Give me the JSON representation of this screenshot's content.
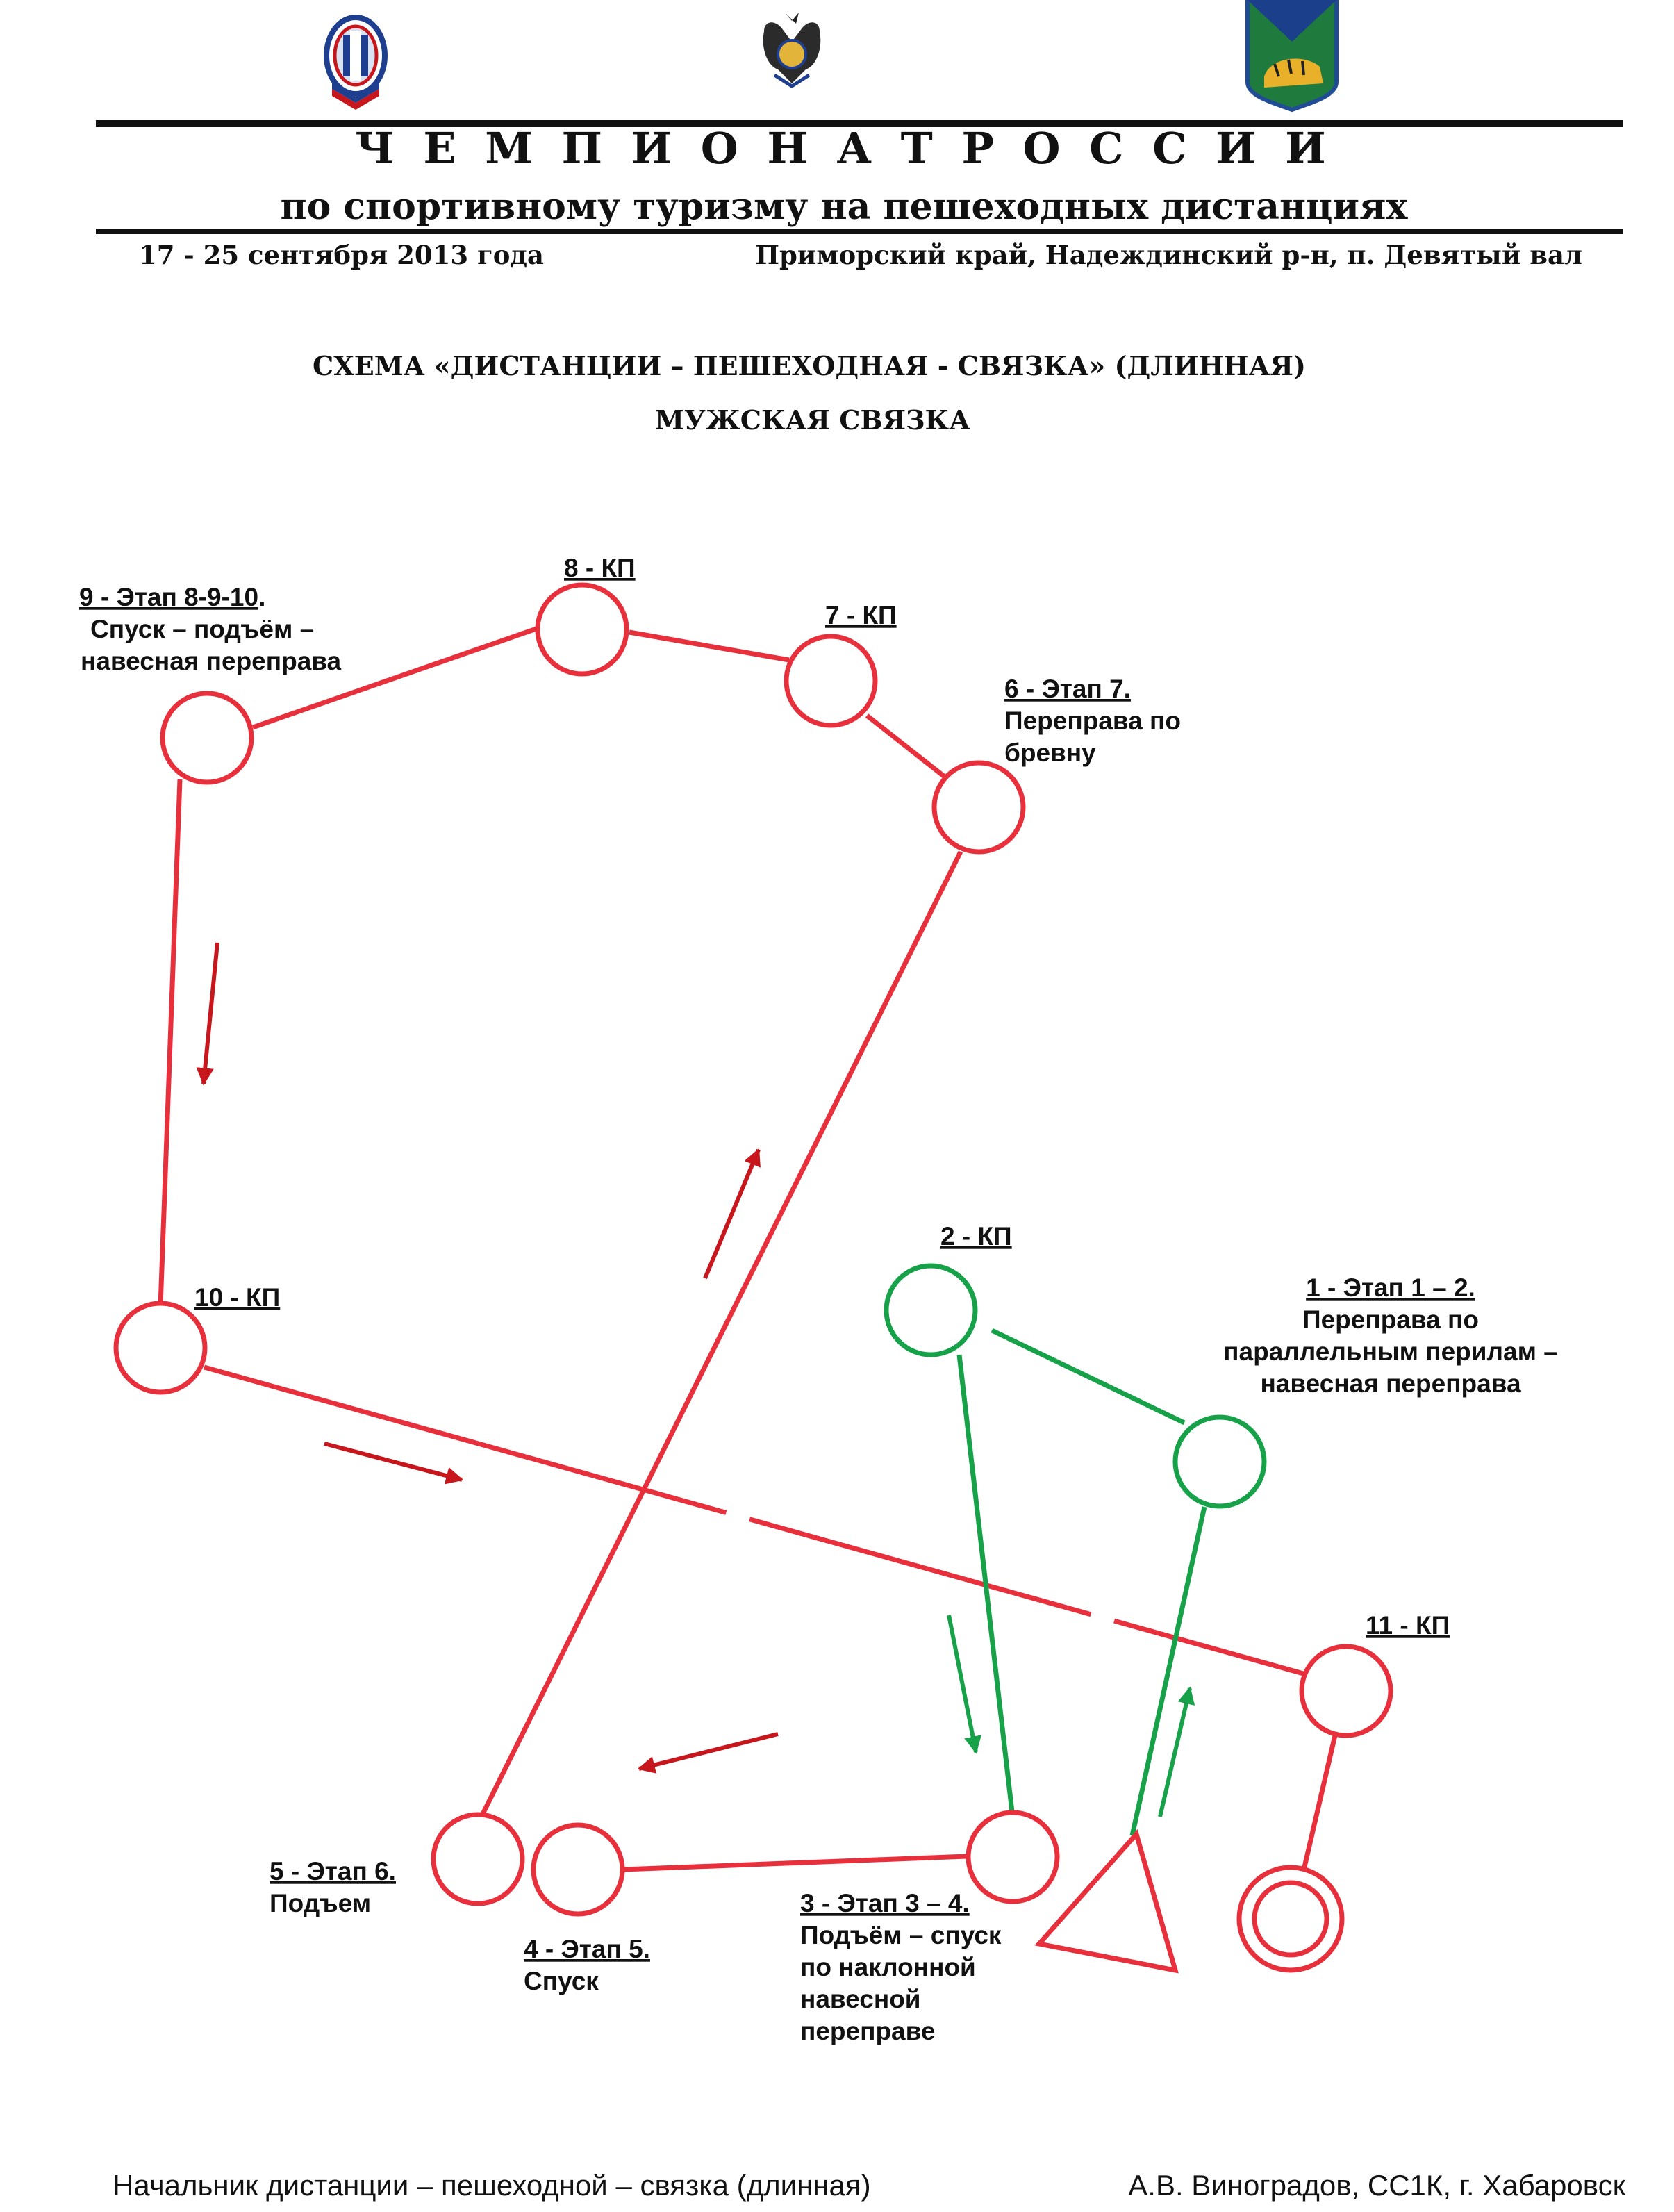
{
  "header": {
    "title": "Ч Е М П И О Н А Т   Р О С С И И",
    "subtitle": "по спортивному туризму на пешеходных дистанциях",
    "dates": "17 - 25 сентября 2013 года",
    "place": "Приморский край, Надеждинский р-н, п. Девятый вал",
    "logos": [
      "federation-emblem",
      "russian-eagle-emblem",
      "regional-tiger-emblem"
    ]
  },
  "scheme": {
    "title": "СХЕМА «ДИСТАНЦИИ – ПЕШЕХОДНАЯ - СВЯЗКА» (ДЛИННАЯ)",
    "subtitle": "МУЖСКАЯ СВЯЗКА"
  },
  "colors": {
    "route_red": "#e8303c",
    "route_green": "#17a24a",
    "arrow_red": "#c8161d",
    "text": "#111111"
  },
  "labels": {
    "kp8": "8 - КП",
    "kp7": "7 - КП",
    "kp9": {
      "line1": "9 - Этап 8-9-10",
      "dot": ".",
      "line2": "Спуск – подъём –",
      "line3": "навесная переправа"
    },
    "kp6": {
      "line1": "6 - Этап 7.",
      "line2": "Переправа по",
      "line3": "бревну"
    },
    "kp2": "2 - КП",
    "kp1": {
      "line1": "1 - Этап 1 – 2.",
      "line2": "Переправа по",
      "line3": "параллельным перилам –",
      "line4": "навесная переправа"
    },
    "kp10": "10 - КП",
    "kp11": "11 - КП",
    "kp5": {
      "line1": "5 - Этап 6.",
      "line2": "Подъем"
    },
    "kp4": {
      "line1": "4 - Этап 5.",
      "line2": "Спуск"
    },
    "kp3": {
      "line1": "3 - Этап 3 – 4.",
      "line2": "Подъём – спуск",
      "line3": "по наклонной",
      "line4": "навесной",
      "line5": "переправе"
    }
  },
  "footer": {
    "left": "Начальник дистанции – пешеходной – связка (длинная)",
    "right": "А.В. Виноградов, СС1К, г. Хабаровск"
  }
}
